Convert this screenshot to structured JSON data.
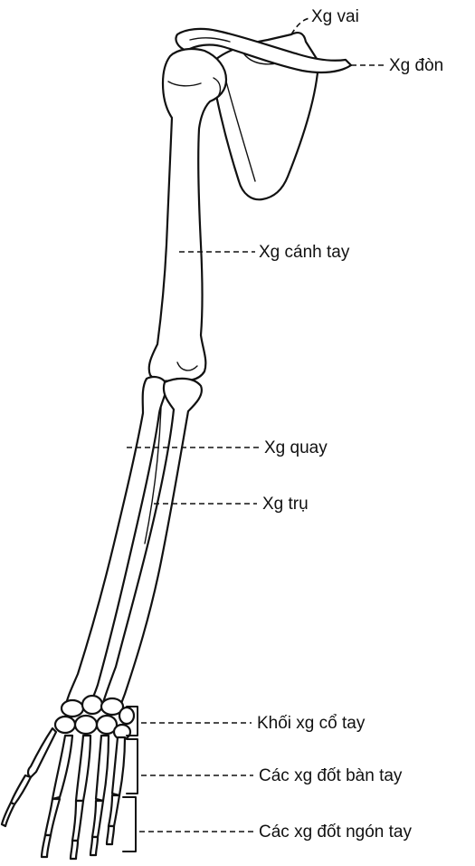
{
  "labels": {
    "scapula": "Xg vai",
    "clavicle": "Xg đòn",
    "humerus": "Xg cánh tay",
    "radius": "Xg quay",
    "ulna": "Xg trụ",
    "carpals": "Khối xg cổ tay",
    "metacarpals": "Các xg đốt bàn tay",
    "phalanges": "Các xg đốt ngón tay"
  }
}
